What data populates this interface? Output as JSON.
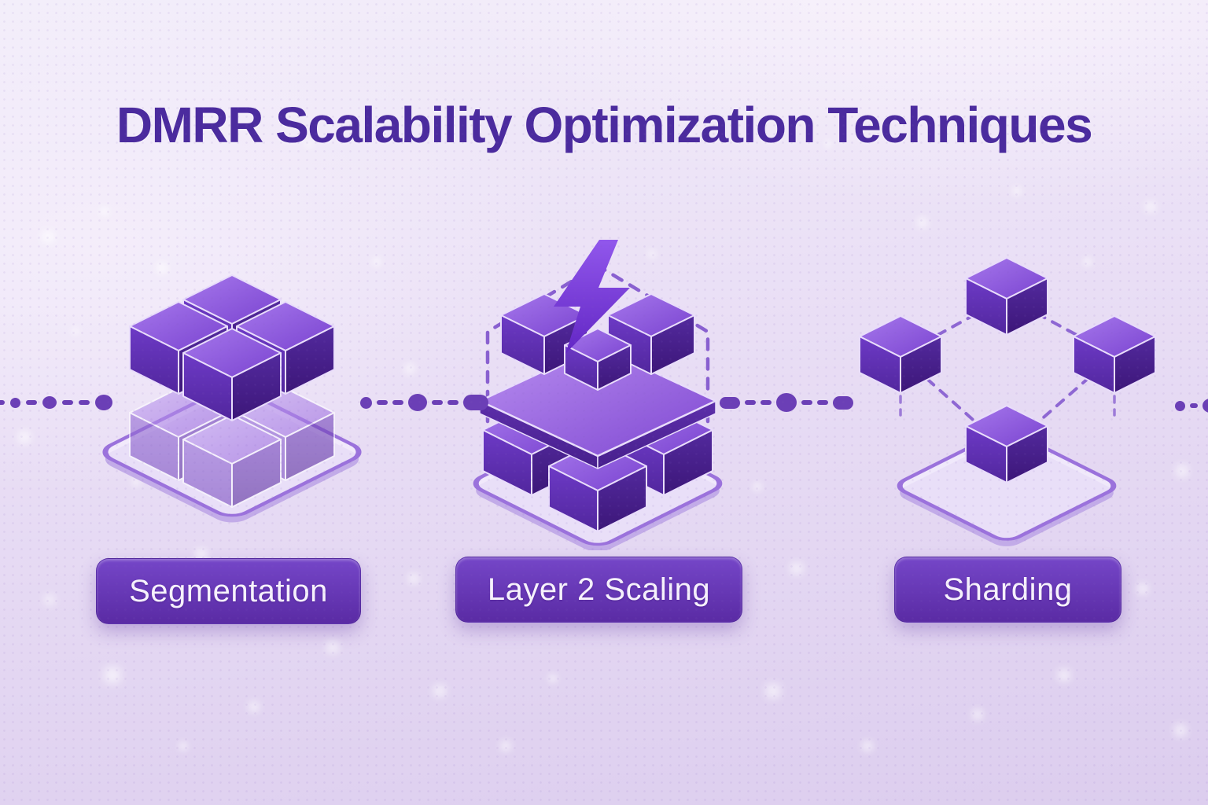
{
  "title": "DMRR Scalability Optimization Techniques",
  "sections": [
    {
      "id": "segmentation",
      "label": "Segmentation",
      "icon": "segmented-cube-cluster-icon"
    },
    {
      "id": "layer2",
      "label": "Layer 2 Scaling",
      "icon": "layer-stack-lightning-icon"
    },
    {
      "id": "sharding",
      "label": "Sharding",
      "icon": "distributed-cubes-icon"
    }
  ],
  "theme": {
    "title-color": "#4b2b9e",
    "bg-top": "#f3eefa",
    "bg-bottom": "#dccdee",
    "button-bg-top": "#7546c8",
    "button-bg-bottom": "#5a2ba4",
    "button-text": "#f6f1fc",
    "connector-color": "#6b3fb6",
    "dashed-outline": "#7e52cc",
    "cube-light": "#a678ec",
    "cube-mid": "#6d3ac6",
    "cube-dark": "#3c1678",
    "platform-stroke": "#9b72dc",
    "bolt-color": "#7b3be0"
  }
}
